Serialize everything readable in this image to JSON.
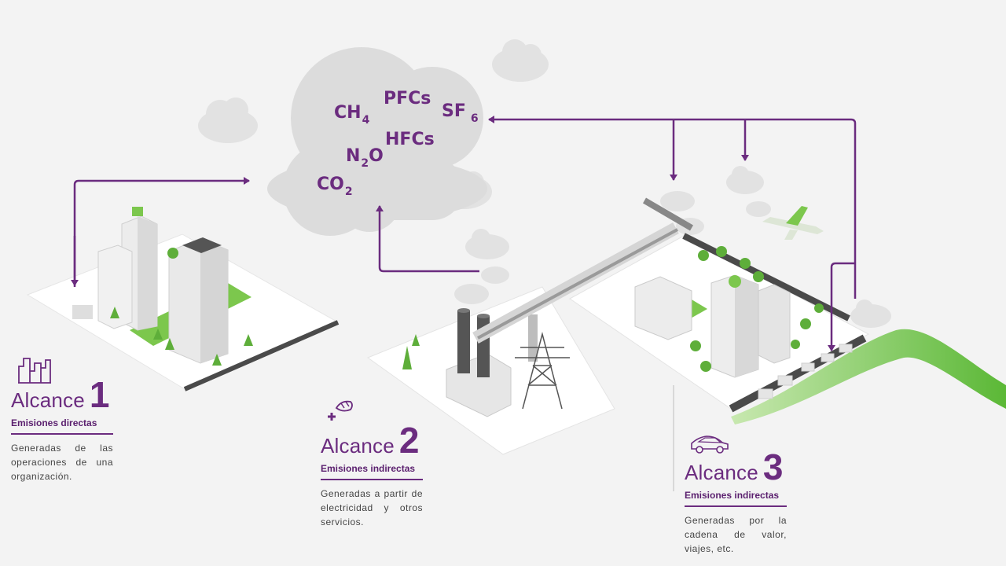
{
  "colors": {
    "purple": "#6b2c7f",
    "green": "#7cc74d",
    "cloud": "#dcdcdc",
    "platform": "#ffffff",
    "background": "#f3f3f3"
  },
  "gases": [
    {
      "base": "CH",
      "sub": "4"
    },
    {
      "base": "PFCs",
      "sub": ""
    },
    {
      "base": "SF",
      "sub": "6"
    },
    {
      "base": "HFCs",
      "sub": ""
    },
    {
      "base": "N",
      "sub": "2",
      "tail": "O"
    },
    {
      "base": "CO",
      "sub": "2"
    }
  ],
  "scopes": [
    {
      "word": "Alcance",
      "number": "1",
      "subtitle": "Emisiones directas",
      "description": "Generadas de las operaciones de una organización.",
      "icon": "buildings-icon"
    },
    {
      "word": "Alcance",
      "number": "2",
      "subtitle": "Emisiones indirectas",
      "description": "Generadas a partir de electricidad y otros servicios.",
      "icon": "plug-icon"
    },
    {
      "word": "Alcance",
      "number": "3",
      "subtitle": "Emisiones indirectas",
      "description": "Generadas por la cadena de valor, viajes, etc.",
      "icon": "car-icon"
    }
  ]
}
